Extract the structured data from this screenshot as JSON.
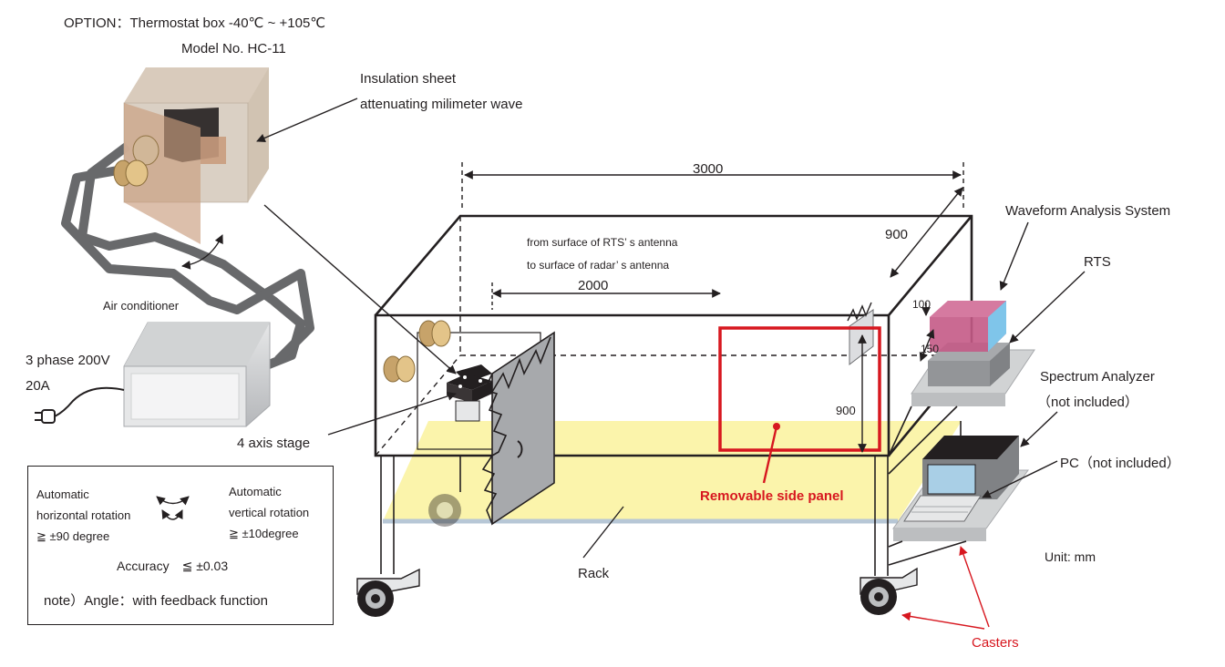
{
  "option": {
    "line1": "OPTION：Thermostat box -40℃ ~ +105℃",
    "line2": "Model No. HC-11"
  },
  "insulation": {
    "line1": "Insulation sheet",
    "line2": "attenuating milimeter wave"
  },
  "air_conditioner": "Air conditioner",
  "power": {
    "line1": "3 phase 200V",
    "line2": "20A"
  },
  "stage": "4 axis stage",
  "rack": "Rack",
  "removable_panel": "Removable side panel",
  "casters": "Casters",
  "unit": "Unit: mm",
  "distance_note": {
    "line1": "from surface of RTS’ s antenna",
    "line2": "to surface of radar’ s antenna"
  },
  "dimensions": {
    "length": "3000",
    "width": "900",
    "height": "900",
    "distance": "2000",
    "rts_h1": "100",
    "rts_h2": "150"
  },
  "equipment": {
    "waveform": "Waveform Analysis System",
    "rts": "RTS",
    "spectrum_line1": "Spectrum Analyzer",
    "spectrum_line2": "（not included）",
    "pc": "PC（not included）"
  },
  "spec_box": {
    "horizontal_line1": "Automatic",
    "horizontal_line2": "horizontal rotation",
    "horizontal_line3": "≧ ±90 degree",
    "vertical_line1": "Automatic",
    "vertical_line2": "vertical rotation",
    "vertical_line3": "≧ ±10degree",
    "accuracy": "Accuracy　≦ ±0.03",
    "note": "note）Angle：with feedback function"
  },
  "colors": {
    "outline": "#231f20",
    "accent_red": "#d7171f",
    "rack_yellow": "#fbf3a6",
    "rts_pink": "#c45a86",
    "rts_blue": "#7fc5ea",
    "thermostat_tan": "#c9b8a4",
    "gray": "#a7a9ac"
  }
}
